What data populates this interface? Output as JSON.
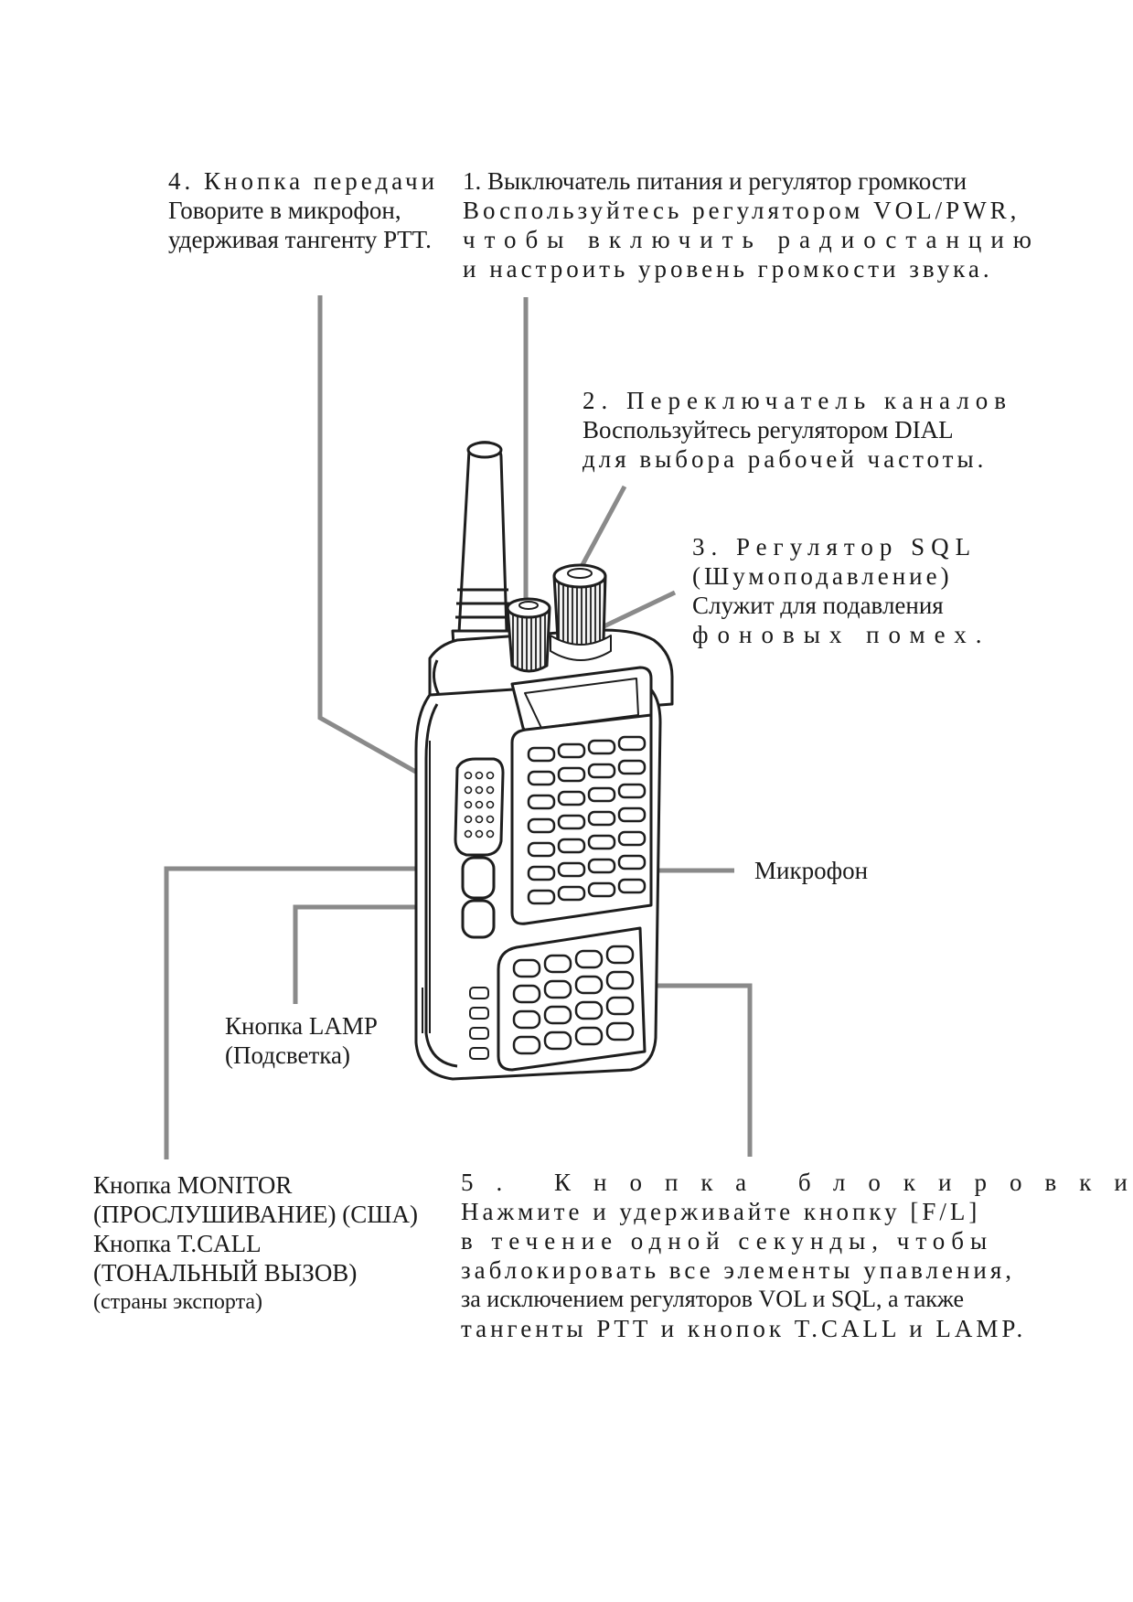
{
  "callouts": {
    "ptt": {
      "title": "4. Кнопка передачи",
      "line1": "Говорите в микрофон,",
      "line2": "удерживая тангенту PTT."
    },
    "power": {
      "title": "1. Выключатель питания и регулятор громкости",
      "line1": "Воспользуйтесь регулятором VOL/PWR,",
      "line2": "чтобы включить радиостанцию",
      "line3": "и настроить уровень громкости звука."
    },
    "dial": {
      "title": "2. Переключатель каналов",
      "line1": "Воспользуйтесь регулятором DIAL",
      "line2": "для выбора рабочей частоты."
    },
    "sql": {
      "title": "3. Регулятор SQL",
      "line1": "(Шумоподавление)",
      "line2": "Служит для подавления",
      "line3": "фоновых помех."
    },
    "mic": {
      "label": "Микрофон"
    },
    "lamp": {
      "line1": "Кнопка LAMP",
      "line2": "(Подсветка)"
    },
    "monitor": {
      "line1": "Кнопка MONITOR",
      "line2": "(ПРОСЛУШИВАНИЕ) (США)",
      "line3": "Кнопка T.CALL",
      "line4": "(ТОНАЛЬНЫЙ ВЫЗОВ)",
      "line5": "(страны экспорта)"
    },
    "lock": {
      "title": "5. Кнопка блокировки",
      "line1": "Нажмите и удерживайте кнопку [F/L]",
      "line2": "в течение одной секунды, чтобы",
      "line3": "заблокировать все элементы упавления,",
      "line4": "за исключением регуляторов VOL и SQL, а также",
      "line5": "тангенты PTT и кнопок T.CALL и LAMP."
    }
  },
  "colors": {
    "leader": "#8a8a8a",
    "outline": "#1e1e1e",
    "text": "#1a1a1a"
  }
}
